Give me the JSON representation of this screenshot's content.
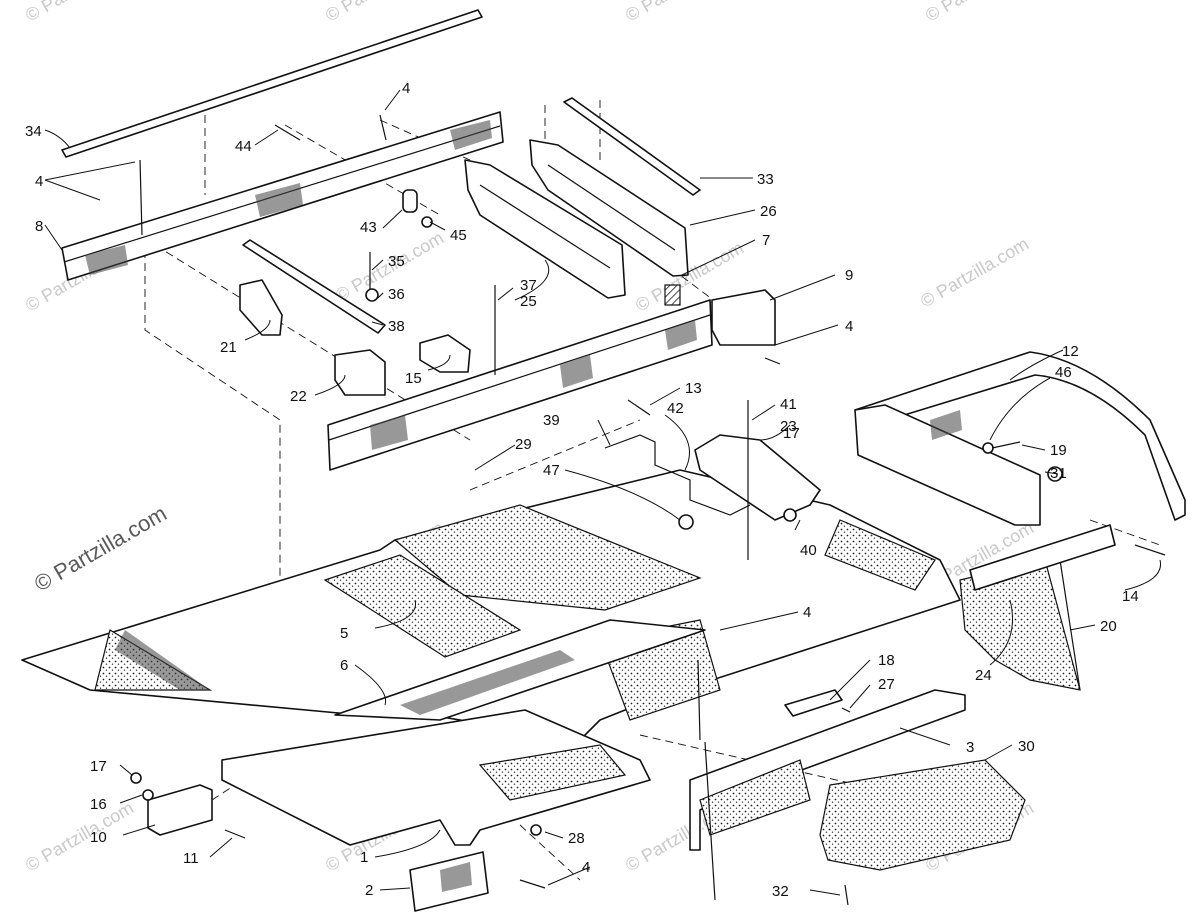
{
  "watermark": {
    "text": "© Partzilla.com"
  },
  "callouts": [
    {
      "id": "c1",
      "label": "1"
    },
    {
      "id": "c2",
      "label": "2"
    },
    {
      "id": "c3",
      "label": "3"
    },
    {
      "id": "c4a",
      "label": "4"
    },
    {
      "id": "c4b",
      "label": "4"
    },
    {
      "id": "c4c",
      "label": "4"
    },
    {
      "id": "c4d",
      "label": "4"
    },
    {
      "id": "c4e",
      "label": "4"
    },
    {
      "id": "c5",
      "label": "5"
    },
    {
      "id": "c6",
      "label": "6"
    },
    {
      "id": "c7",
      "label": "7"
    },
    {
      "id": "c8",
      "label": "8"
    },
    {
      "id": "c9",
      "label": "9"
    },
    {
      "id": "c10",
      "label": "10"
    },
    {
      "id": "c11",
      "label": "11"
    },
    {
      "id": "c12",
      "label": "12"
    },
    {
      "id": "c13",
      "label": "13"
    },
    {
      "id": "c14",
      "label": "14"
    },
    {
      "id": "c15",
      "label": "15"
    },
    {
      "id": "c16",
      "label": "16"
    },
    {
      "id": "c17a",
      "label": "17"
    },
    {
      "id": "c17b",
      "label": "17"
    },
    {
      "id": "c18",
      "label": "18"
    },
    {
      "id": "c19",
      "label": "19"
    },
    {
      "id": "c20",
      "label": "20"
    },
    {
      "id": "c21",
      "label": "21"
    },
    {
      "id": "c22",
      "label": "22"
    },
    {
      "id": "c23",
      "label": "23"
    },
    {
      "id": "c24",
      "label": "24"
    },
    {
      "id": "c25",
      "label": "25"
    },
    {
      "id": "c26",
      "label": "26"
    },
    {
      "id": "c27",
      "label": "27"
    },
    {
      "id": "c28",
      "label": "28"
    },
    {
      "id": "c29",
      "label": "29"
    },
    {
      "id": "c30",
      "label": "30"
    },
    {
      "id": "c31",
      "label": "31"
    },
    {
      "id": "c32",
      "label": "32"
    },
    {
      "id": "c33",
      "label": "33"
    },
    {
      "id": "c34",
      "label": "34"
    },
    {
      "id": "c35",
      "label": "35"
    },
    {
      "id": "c36",
      "label": "36"
    },
    {
      "id": "c37",
      "label": "37"
    },
    {
      "id": "c38",
      "label": "38"
    },
    {
      "id": "c39",
      "label": "39"
    },
    {
      "id": "c40",
      "label": "40"
    },
    {
      "id": "c41",
      "label": "41"
    },
    {
      "id": "c42",
      "label": "42"
    },
    {
      "id": "c43",
      "label": "43"
    },
    {
      "id": "c44",
      "label": "44"
    },
    {
      "id": "c45",
      "label": "45"
    },
    {
      "id": "c46",
      "label": "46"
    },
    {
      "id": "c47",
      "label": "47"
    }
  ]
}
